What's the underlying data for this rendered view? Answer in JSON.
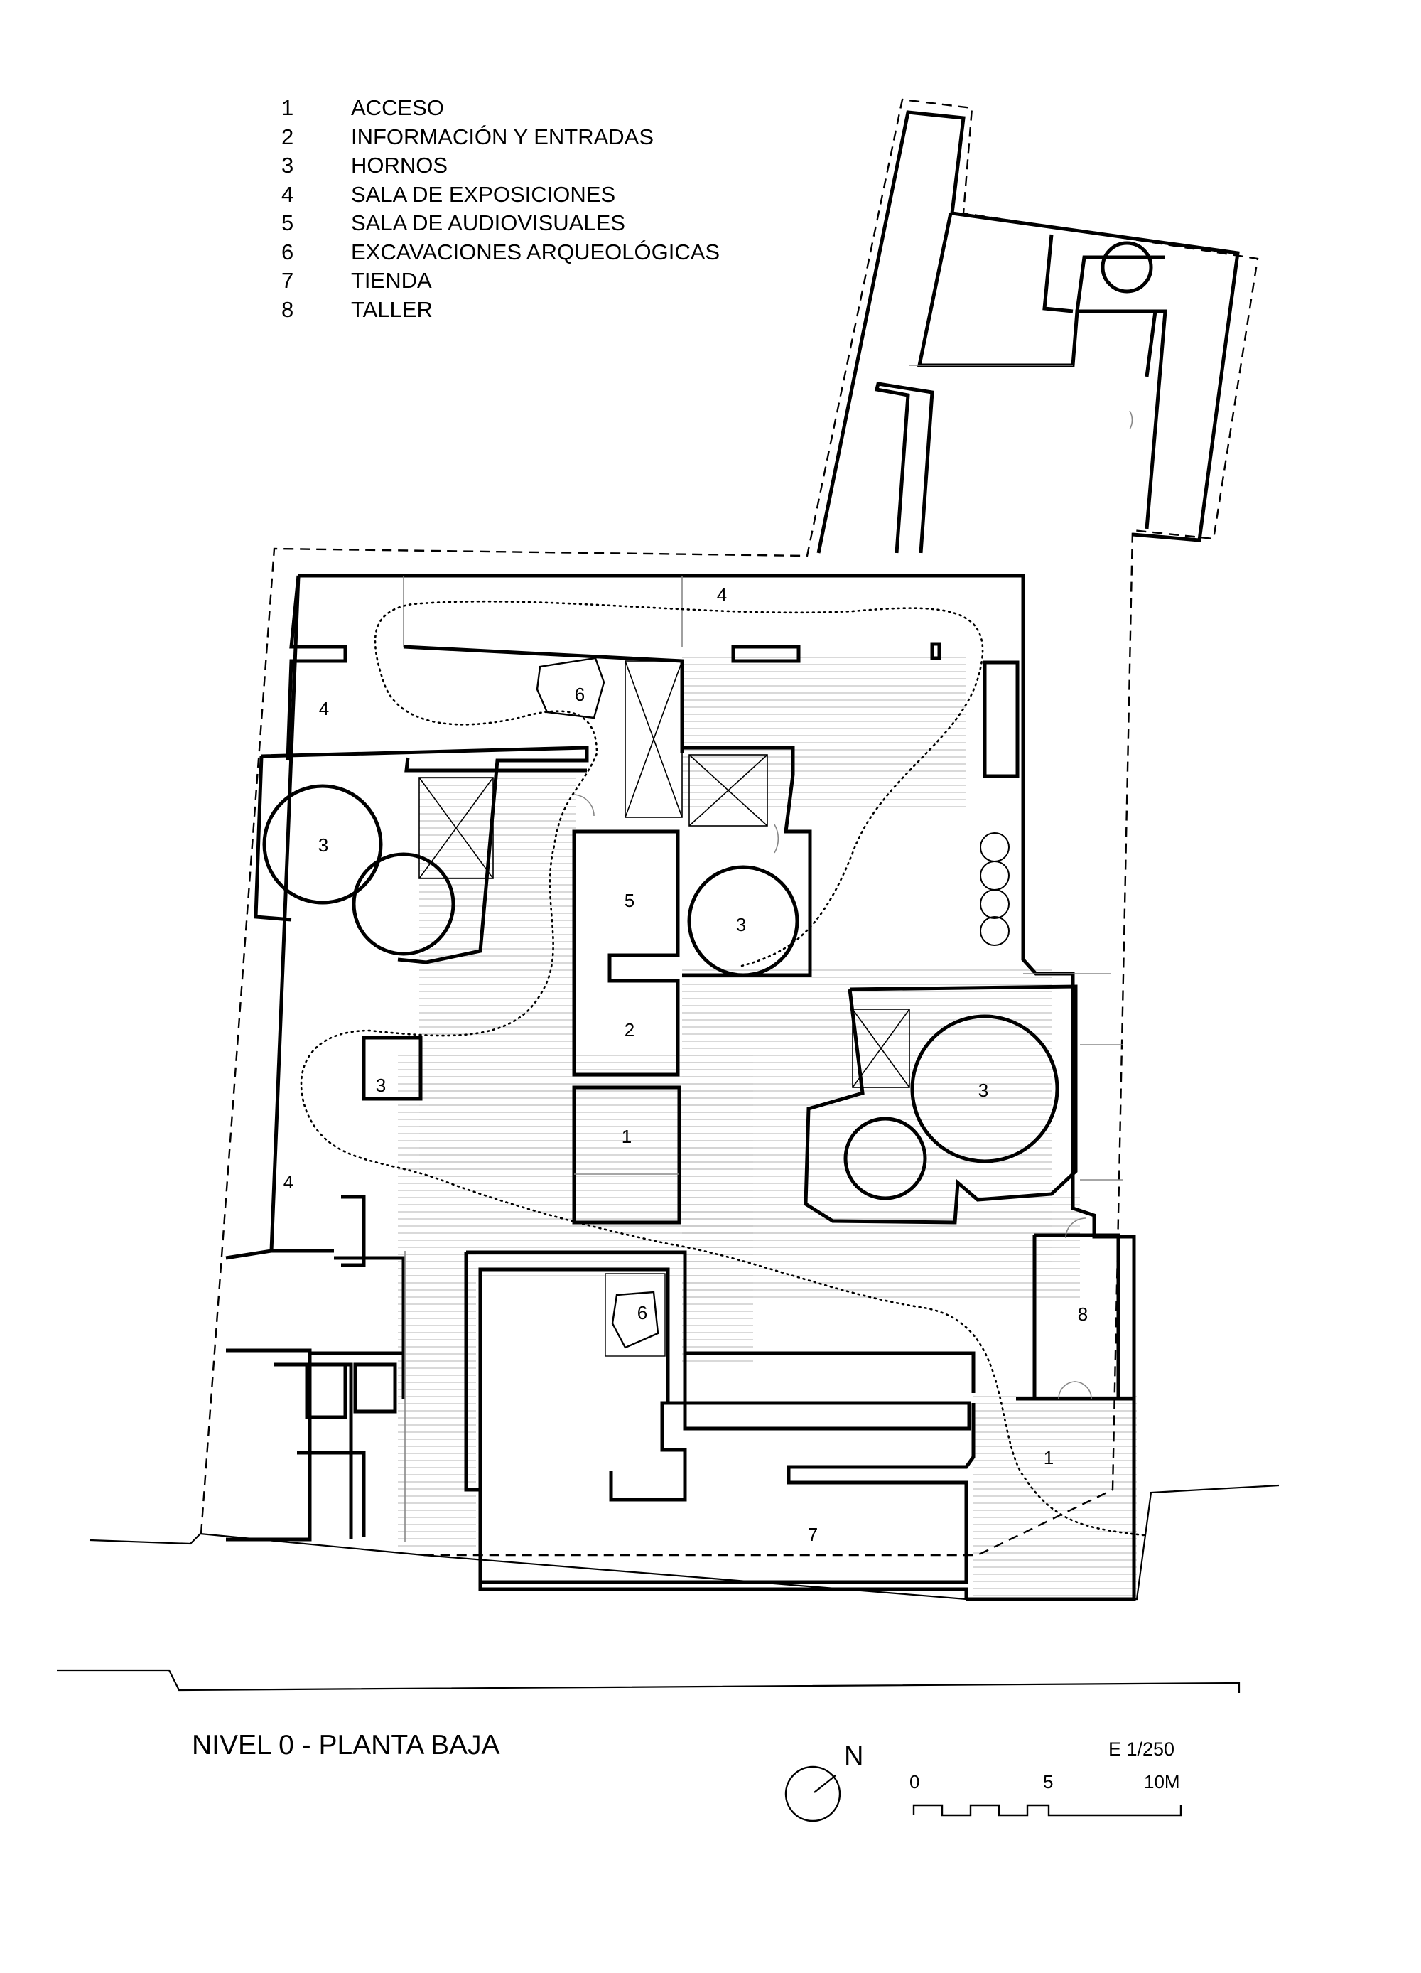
{
  "legend": [
    {
      "num": "1",
      "label": "ACCESO"
    },
    {
      "num": "2",
      "label": "INFORMACIÓN Y ENTRADAS"
    },
    {
      "num": "3",
      "label": "HORNOS"
    },
    {
      "num": "4",
      "label": "SALA DE EXPOSICIONES"
    },
    {
      "num": "5",
      "label": "SALA DE AUDIOVISUALES"
    },
    {
      "num": "6",
      "label": "EXCAVACIONES ARQUEOLÓGICAS"
    },
    {
      "num": "7",
      "label": "TIENDA"
    },
    {
      "num": "8",
      "label": "TALLER"
    }
  ],
  "rooms": {
    "r1_access": "1",
    "r1_entry": "1",
    "r2": "2",
    "r3_west": "3",
    "r3_centre": "3",
    "r3_east": "3",
    "r3_small": "3",
    "r4_top": "4",
    "r4_west": "4",
    "r4_south": "4",
    "r5": "5",
    "r6_north": "6",
    "r6_south": "6",
    "r7": "7",
    "r8": "8"
  },
  "title": "NIVEL 0 - PLANTA BAJA",
  "scale": {
    "label": "E 1/250",
    "ticks": [
      "0",
      "5",
      "10M"
    ]
  },
  "north": {
    "label": "N"
  }
}
